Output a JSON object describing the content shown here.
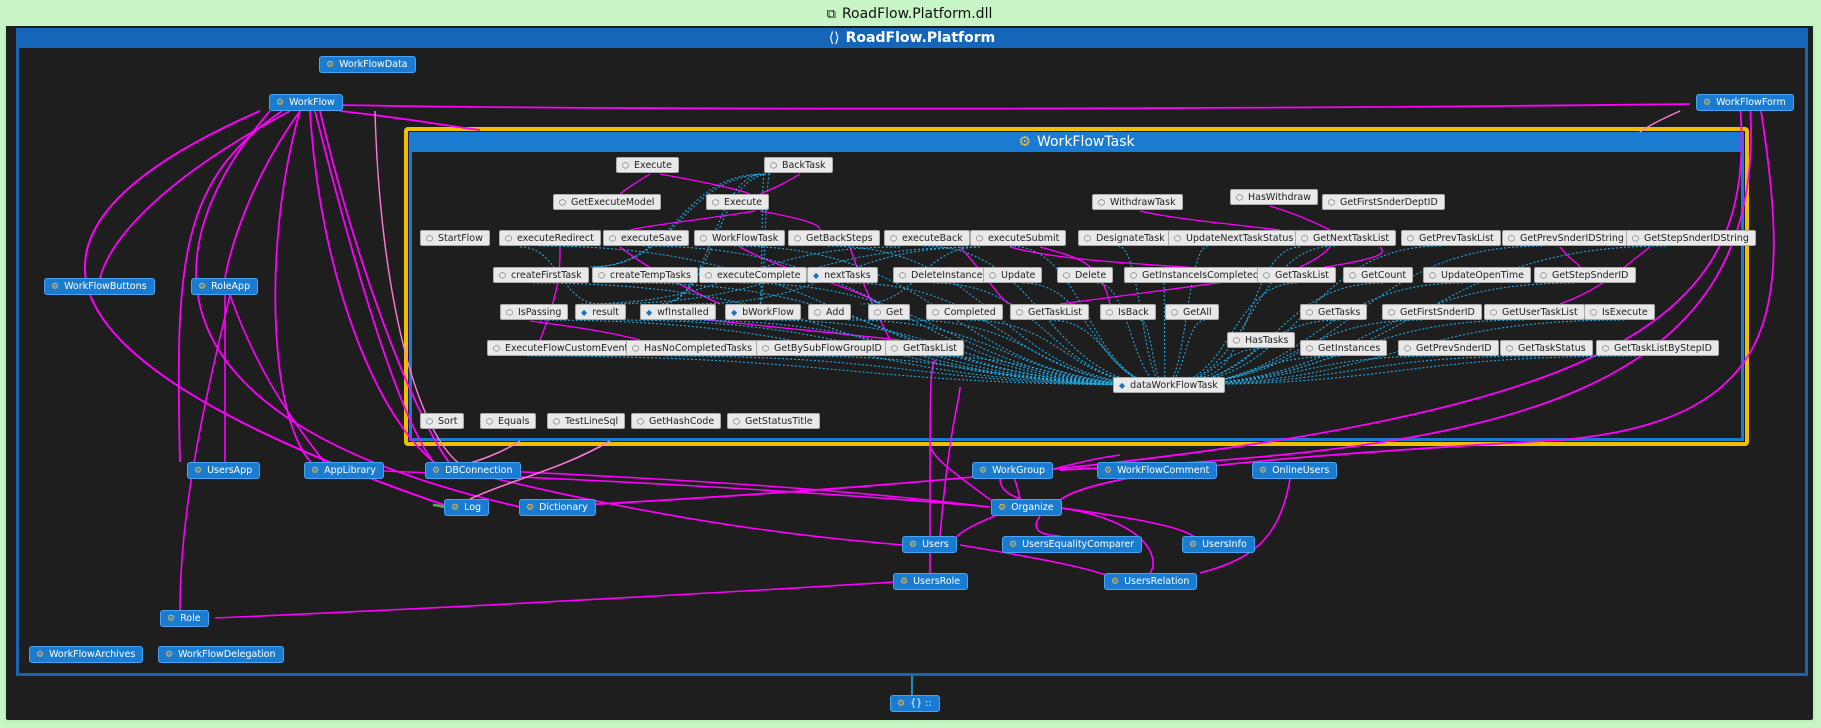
{
  "assembly": {
    "title": "RoadFlow.Platform.dll",
    "icon": "assembly-icon"
  },
  "namespace": {
    "title": "RoadFlow.Platform",
    "icon": "namespace-icon"
  },
  "highlight_class": {
    "title": "WorkFlowTask",
    "icon": "class-icon"
  },
  "global_namespace": {
    "label": "{} ::",
    "icon": "namespace-icon"
  },
  "colors": {
    "outer_border": "#b7f2b4",
    "background": "#1e1e1e",
    "namespace_blue": "#1565b8",
    "class_blue": "#1a7cd0",
    "highlight_gold": "#f0c000",
    "edge_magenta": "#ff00ff",
    "edge_cyan": "#22a8e0",
    "edge_pink": "#ff7ad8",
    "edge_green": "#4caf50"
  },
  "classes": [
    {
      "id": "WorkFlowData",
      "label": "WorkFlowData"
    },
    {
      "id": "WorkFlow",
      "label": "WorkFlow"
    },
    {
      "id": "WorkFlowForm",
      "label": "WorkFlowForm"
    },
    {
      "id": "WorkFlowButtons",
      "label": "WorkFlowButtons"
    },
    {
      "id": "RoleApp",
      "label": "RoleApp"
    },
    {
      "id": "UsersApp",
      "label": "UsersApp"
    },
    {
      "id": "AppLibrary",
      "label": "AppLibrary"
    },
    {
      "id": "DBConnection",
      "label": "DBConnection"
    },
    {
      "id": "Log",
      "label": "Log"
    },
    {
      "id": "Dictionary",
      "label": "Dictionary"
    },
    {
      "id": "WorkGroup",
      "label": "WorkGroup"
    },
    {
      "id": "WorkFlowComment",
      "label": "WorkFlowComment"
    },
    {
      "id": "OnlineUsers",
      "label": "OnlineUsers"
    },
    {
      "id": "Organize",
      "label": "Organize"
    },
    {
      "id": "Users",
      "label": "Users"
    },
    {
      "id": "UsersEqualityComparer",
      "label": "UsersEqualityComparer"
    },
    {
      "id": "UsersInfo",
      "label": "UsersInfo"
    },
    {
      "id": "UsersRole",
      "label": "UsersRole"
    },
    {
      "id": "UsersRelation",
      "label": "UsersRelation"
    },
    {
      "id": "Role",
      "label": "Role"
    },
    {
      "id": "WorkFlowArchives",
      "label": "WorkFlowArchives"
    },
    {
      "id": "WorkFlowDelegation",
      "label": "WorkFlowDelegation"
    }
  ],
  "members": [
    {
      "id": "Execute1",
      "label": "Execute",
      "kind": "method"
    },
    {
      "id": "BackTask",
      "label": "BackTask",
      "kind": "method"
    },
    {
      "id": "GetExecuteModel",
      "label": "GetExecuteModel",
      "kind": "method"
    },
    {
      "id": "Execute2",
      "label": "Execute",
      "kind": "method"
    },
    {
      "id": "WithdrawTask",
      "label": "WithdrawTask",
      "kind": "method"
    },
    {
      "id": "HasWithdraw",
      "label": "HasWithdraw",
      "kind": "method"
    },
    {
      "id": "GetFirstSnderDeptID",
      "label": "GetFirstSnderDeptID",
      "kind": "method"
    },
    {
      "id": "StartFlow",
      "label": "StartFlow",
      "kind": "method"
    },
    {
      "id": "executeRedirect",
      "label": "executeRedirect",
      "kind": "method"
    },
    {
      "id": "executeSave",
      "label": "executeSave",
      "kind": "method"
    },
    {
      "id": "WorkFlowTaskM",
      "label": "WorkFlowTask",
      "kind": "method"
    },
    {
      "id": "GetBackSteps",
      "label": "GetBackSteps",
      "kind": "method"
    },
    {
      "id": "executeBack",
      "label": "executeBack",
      "kind": "method"
    },
    {
      "id": "executeSubmit",
      "label": "executeSubmit",
      "kind": "method"
    },
    {
      "id": "DesignateTask",
      "label": "DesignateTask",
      "kind": "method"
    },
    {
      "id": "UpdateNextTaskStatus",
      "label": "UpdateNextTaskStatus",
      "kind": "method"
    },
    {
      "id": "GetNextTaskList",
      "label": "GetNextTaskList",
      "kind": "method"
    },
    {
      "id": "GetPrevTaskList",
      "label": "GetPrevTaskList",
      "kind": "method"
    },
    {
      "id": "GetPrevSnderIDString",
      "label": "GetPrevSnderIDString",
      "kind": "method"
    },
    {
      "id": "GetStepSnderIDString",
      "label": "GetStepSnderIDString",
      "kind": "method"
    },
    {
      "id": "createFirstTask",
      "label": "createFirstTask",
      "kind": "method"
    },
    {
      "id": "createTempTasks",
      "label": "createTempTasks",
      "kind": "method"
    },
    {
      "id": "executeComplete",
      "label": "executeComplete",
      "kind": "method"
    },
    {
      "id": "nextTasks",
      "label": "nextTasks",
      "kind": "field"
    },
    {
      "id": "DeleteInstance",
      "label": "DeleteInstance",
      "kind": "method"
    },
    {
      "id": "Update",
      "label": "Update",
      "kind": "method"
    },
    {
      "id": "Delete",
      "label": "Delete",
      "kind": "method"
    },
    {
      "id": "GetInstancelsCompleted",
      "label": "GetInstanceIsCompleted",
      "kind": "method"
    },
    {
      "id": "GetTaskList1",
      "label": "GetTaskList",
      "kind": "method"
    },
    {
      "id": "GetCount",
      "label": "GetCount",
      "kind": "method"
    },
    {
      "id": "UpdateOpenTime",
      "label": "UpdateOpenTime",
      "kind": "method"
    },
    {
      "id": "GetStepSnderID",
      "label": "GetStepSnderID",
      "kind": "method"
    },
    {
      "id": "IsPassing",
      "label": "IsPassing",
      "kind": "method"
    },
    {
      "id": "result",
      "label": "result",
      "kind": "field"
    },
    {
      "id": "wfInstalled",
      "label": "wfInstalled",
      "kind": "field"
    },
    {
      "id": "bWorkFlow",
      "label": "bWorkFlow",
      "kind": "field"
    },
    {
      "id": "Add",
      "label": "Add",
      "kind": "method"
    },
    {
      "id": "Get",
      "label": "Get",
      "kind": "method"
    },
    {
      "id": "Completed",
      "label": "Completed",
      "kind": "method"
    },
    {
      "id": "GetTaskList2",
      "label": "GetTaskList",
      "kind": "method"
    },
    {
      "id": "IsBack",
      "label": "IsBack",
      "kind": "method"
    },
    {
      "id": "GetAll",
      "label": "GetAll",
      "kind": "method"
    },
    {
      "id": "GetTasks",
      "label": "GetTasks",
      "kind": "method"
    },
    {
      "id": "GetFirstSnderID",
      "label": "GetFirstSnderID",
      "kind": "method"
    },
    {
      "id": "GetUserTaskList",
      "label": "GetUserTaskList",
      "kind": "method"
    },
    {
      "id": "IsExecute",
      "label": "IsExecute",
      "kind": "method"
    },
    {
      "id": "ExecuteFlowCustomEvent",
      "label": "ExecuteFlowCustomEvent",
      "kind": "method"
    },
    {
      "id": "HasNoCompletedTasks",
      "label": "HasNoCompletedTasks",
      "kind": "method"
    },
    {
      "id": "GetBySubFlowGroupID",
      "label": "GetBySubFlowGroupID",
      "kind": "method"
    },
    {
      "id": "GetTaskList3",
      "label": "GetTaskList",
      "kind": "method"
    },
    {
      "id": "HasTasks",
      "label": "HasTasks",
      "kind": "method"
    },
    {
      "id": "GetInstances",
      "label": "GetInstances",
      "kind": "method"
    },
    {
      "id": "GetPrevSnderID",
      "label": "GetPrevSnderID",
      "kind": "method"
    },
    {
      "id": "GetTaskStatus",
      "label": "GetTaskStatus",
      "kind": "method"
    },
    {
      "id": "GetTaskListByStepID",
      "label": "GetTaskListByStepID",
      "kind": "method"
    },
    {
      "id": "dataWorkFlowTask",
      "label": "dataWorkFlowTask",
      "kind": "field"
    },
    {
      "id": "Sort",
      "label": "Sort",
      "kind": "method"
    },
    {
      "id": "Equals",
      "label": "Equals",
      "kind": "method"
    },
    {
      "id": "TestLineSql",
      "label": "TestLineSql",
      "kind": "method"
    },
    {
      "id": "GetHashCode",
      "label": "GetHashCode",
      "kind": "method"
    },
    {
      "id": "GetStatusTitle",
      "label": "GetStatusTitle",
      "kind": "method"
    }
  ]
}
